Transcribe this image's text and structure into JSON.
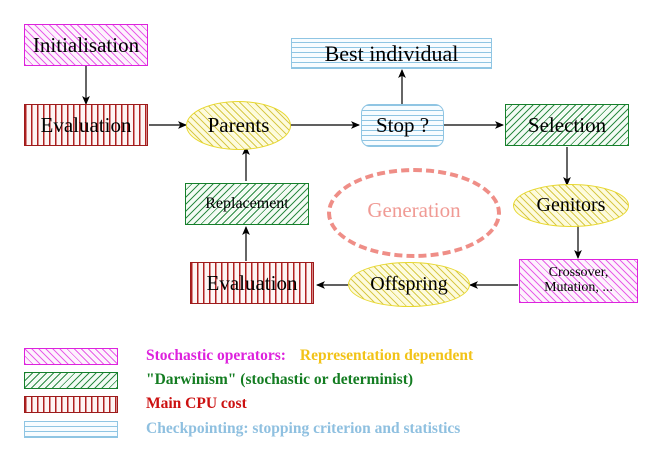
{
  "diagram": {
    "title": "Evolutionary algorithm flowchart",
    "nodes": {
      "initialisation": "Initialisation",
      "evaluation_top": "Evaluation",
      "parents": "Parents",
      "best_individual": "Best individual",
      "stop": "Stop ?",
      "selection": "Selection",
      "genitors": "Genitors",
      "crossover_line1": "Crossover,",
      "crossover_line2": "Mutation, ...",
      "offspring": "Offspring",
      "evaluation_bottom": "Evaluation",
      "replacement": "Replacement",
      "generation": "Generation"
    }
  },
  "legend": {
    "rows": [
      {
        "pattern": "magenta-diagonal-hatch",
        "label": "Stochastic operators:",
        "label2": "Representation dependent"
      },
      {
        "pattern": "green-diagonal-hatch",
        "label": "\"Darwinism\" (stochastic or determinist)",
        "label2": ""
      },
      {
        "pattern": "red-vertical-hatch",
        "label": "Main CPU cost",
        "label2": ""
      },
      {
        "pattern": "blue-horizontal-hatch",
        "label": "Checkpointing: stopping criterion and statistics",
        "label2": ""
      }
    ]
  },
  "colors": {
    "magenta": "#dd22dd",
    "green": "#147d22",
    "red": "#cc1111",
    "blue": "#8fc0e0",
    "yellow": "#e8d830",
    "gold_text": "#f2c318",
    "generation_pink": "#ef8e87"
  }
}
